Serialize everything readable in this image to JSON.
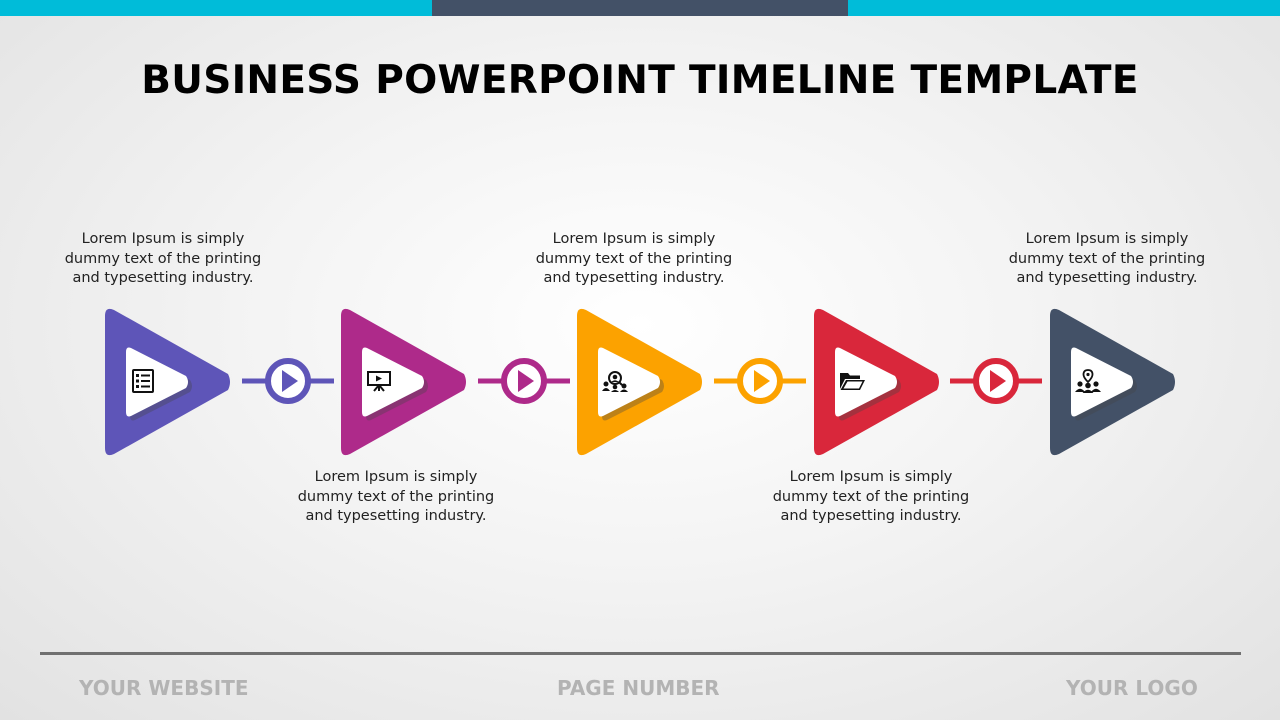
{
  "title": "BUSINESS POWERPOINT TIMELINE TEMPLATE",
  "colors": {
    "top_bar_accent": "#00bcd9",
    "top_bar_dark": "#435167",
    "step_1": "#5e55b8",
    "step_2": "#ae2a8a",
    "step_3": "#fca200",
    "step_4": "#d9273b",
    "step_5": "#435167"
  },
  "steps": [
    {
      "text": "Lorem Ipsum is simply dummy text of the printing and typesetting industry.",
      "icon": "checklist-icon",
      "color": "#5e55b8"
    },
    {
      "text": "Lorem Ipsum is simply dummy text of the printing and typesetting industry.",
      "icon": "presentation-board-icon",
      "color": "#ae2a8a"
    },
    {
      "text": "Lorem Ipsum is simply dummy text of the printing and typesetting industry.",
      "icon": "team-search-icon",
      "color": "#fca200"
    },
    {
      "text": "Lorem Ipsum is simply dummy text of the printing and typesetting industry.",
      "icon": "open-folder-icon",
      "color": "#d9273b"
    },
    {
      "text": "Lorem Ipsum is simply dummy text of the printing and typesetting industry.",
      "icon": "team-location-icon",
      "color": "#435167"
    }
  ],
  "footer": {
    "website": "YOUR WEBSITE",
    "page_number": "PAGE NUMBER",
    "logo": "YOUR LOGO"
  }
}
